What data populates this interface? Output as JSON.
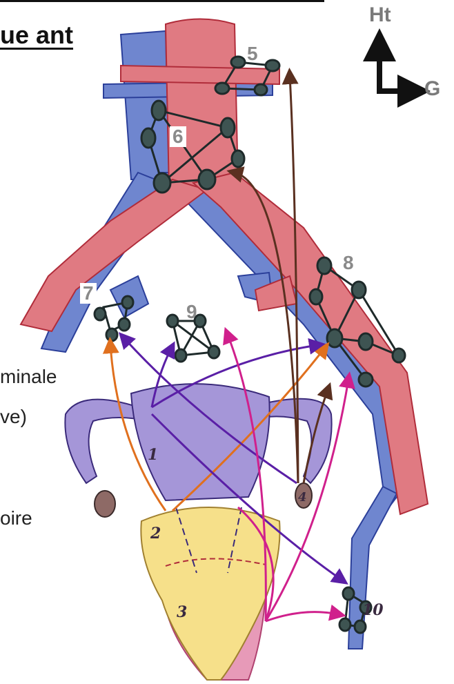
{
  "heading": "ue ant",
  "side_labels": [
    "minale",
    "ve)",
    "oire"
  ],
  "compass": {
    "up_label": "Ht",
    "right_label": "G"
  },
  "node_labels": {
    "n5": "5",
    "n6": "6",
    "n7": "7",
    "n8": "8",
    "n9": "9",
    "n10": "10"
  },
  "organ_labels": {
    "o1": "1",
    "o2": "2",
    "o3": "3",
    "o4": "4"
  },
  "colors": {
    "artery": "#e07a82",
    "vein": "#6f86cf",
    "uterus": "#a596d8",
    "bladder": "#f6e08a",
    "node": "#3e5452",
    "arrow_orange": "#e0701e",
    "arrow_purple": "#5a1fa6",
    "arrow_magenta": "#d0208c",
    "arrow_brown": "#5a3020"
  }
}
